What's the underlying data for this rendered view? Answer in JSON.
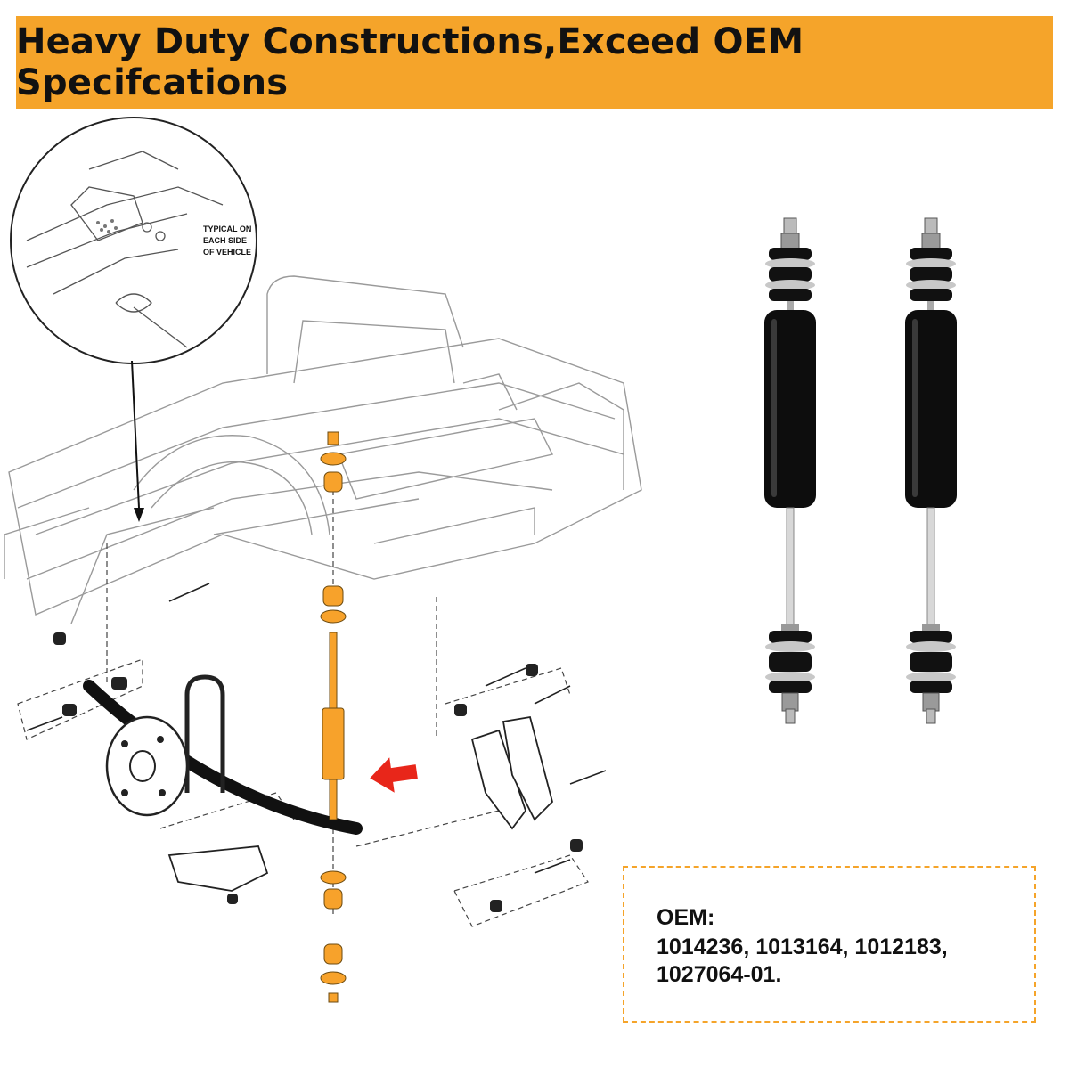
{
  "banner": {
    "title": "Heavy Duty Constructions,Exceed OEM Specifcations",
    "color": "#f5a42a"
  },
  "diagram": {
    "callout_lines": [
      "TYPICAL ON",
      "EACH SIDE",
      "OF VEHICLE"
    ],
    "highlight_color": "#f7a22b",
    "arrow_color": "#e8261a"
  },
  "oem": {
    "title": "OEM:",
    "numbers": "1014236, 1013164, 1012183, 1027064-01."
  }
}
